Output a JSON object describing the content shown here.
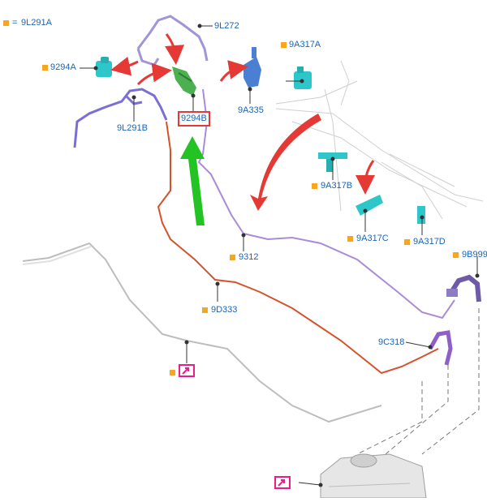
{
  "legend": {
    "equals": "=",
    "code": "9L291A"
  },
  "labels": {
    "l9L272": "9L272",
    "l9294A": "9294A",
    "l9294B": "9294B",
    "l9L291B": "9L291B",
    "l9A335": "9A335",
    "l9A317A": "9A317A",
    "l9A317B": "9A317B",
    "l9A317C": "9A317C",
    "l9A317D": "9A317D",
    "l9312": "9312",
    "l9D333": "9D333",
    "l9C318": "9C318",
    "l9B999": "9B999"
  },
  "icons": {
    "arrow_note": "arrow-note-icon"
  },
  "colors": {
    "label_blue": "#1565c0",
    "marker_orange": "#f5a623",
    "red_arrow": "#e53935",
    "green_arrow": "#22c322",
    "hose_purple": "#7b6fd6",
    "pipe_orange": "#d4532a",
    "pipe_lilac": "#a98bd6",
    "part_cyan": "#2ec7c9",
    "part_green": "#4caf50",
    "part_blue": "#4a7fd4",
    "callout_magenta": "#e91e8c"
  }
}
